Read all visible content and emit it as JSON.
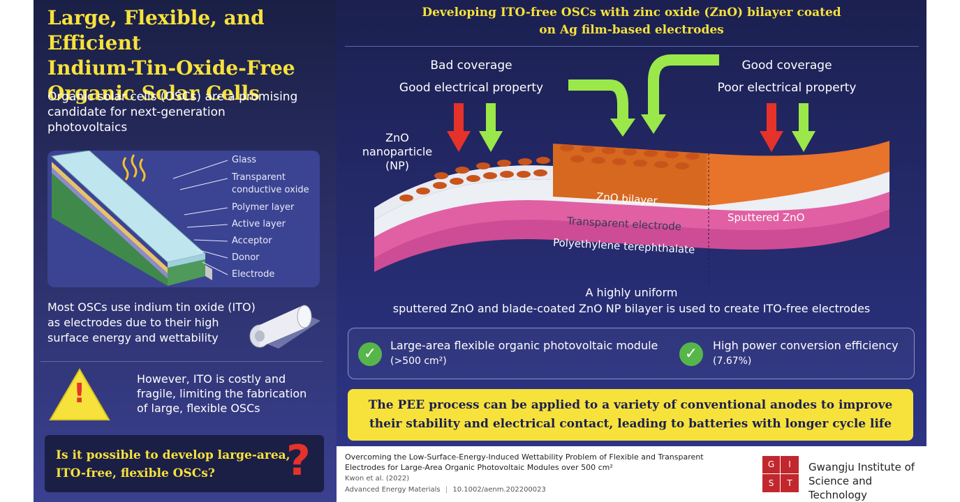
{
  "left": {
    "title_lines": [
      "Large, Flexible, and Efficient",
      "Indium-Tin-Oxide-Free",
      "Organic Solar Cells"
    ],
    "intro": [
      "Organic solar cells (OSCs) are a promising",
      "candidate for next-generation",
      "photovoltaics"
    ],
    "layer_labels": [
      "Glass",
      "Transparent",
      "conductive oxide",
      "Polymer layer",
      "Active layer",
      "Acceptor",
      "Donor",
      "Electrode"
    ],
    "ito_text": [
      "Most OSCs use indium tin oxide (ITO)",
      "as electrodes due to their high",
      "surface energy and wettability"
    ],
    "warning_text": [
      "However, ITO is costly and",
      "fragile, limiting the fabrication",
      "of large, flexible OSCs"
    ],
    "question_lines": [
      "Is it possible to develop large-area,",
      "ITO-free, flexible OSCs?"
    ],
    "question_mark": "?",
    "warning_mark": "!"
  },
  "right": {
    "title_lines": [
      "Developing ITO-free OSCs with zinc oxide (ZnO) bilayer coated",
      "on Ag film-based electrodes"
    ],
    "bad_coverage": "Bad coverage",
    "good_electrical": "Good electrical property",
    "good_coverage": "Good coverage",
    "poor_electrical": "Poor electrical property",
    "zno_np": [
      "ZnO",
      "nanoparticle",
      "(NP)"
    ],
    "layer_zno_bilayer": "ZnO bilayer",
    "layer_sputtered": "Sputtered ZnO",
    "layer_transparent": "Transparent electrode",
    "layer_pet": "Polyethylene terephthalate",
    "uniform_text": [
      "A highly uniform",
      "sputtered ZnO and blade-coated ZnO NP bilayer is used to create ITO-free electrodes"
    ],
    "benefits": [
      {
        "line1": "Large-area flexible organic photovoltaic module",
        "line2": "(>500 cm²)"
      },
      {
        "line1": "High power conversion efficiency",
        "line2": "(7.67%)"
      }
    ],
    "conclusion": [
      "The PEE process can be applied to a variety of conventional anodes to improve",
      "their stability and electrical contact, leading to batteries with longer cycle life"
    ]
  },
  "footer": {
    "paper_title": [
      "Overcoming the Low-Surface-Energy-Induced Wettability Problem of Flexible and Transparent",
      "Electrodes for Large-Area Organic Photovoltaic Modules over 500 cm²"
    ],
    "authors": "Kwon et al. (2022)",
    "journal": "Advanced Energy Materials",
    "doi": "10.1002/aenm.202200023",
    "logo_letters": [
      "G",
      "I",
      "S",
      "T"
    ],
    "institute": [
      "Gwangju Institute of",
      "Science and Technology"
    ]
  },
  "colors": {
    "yellow": "#f7e23c",
    "navy": "#1f2458",
    "green": "#9be84a",
    "red": "#e5322a",
    "orange": "#e8732b",
    "pink": "#e0509a"
  }
}
